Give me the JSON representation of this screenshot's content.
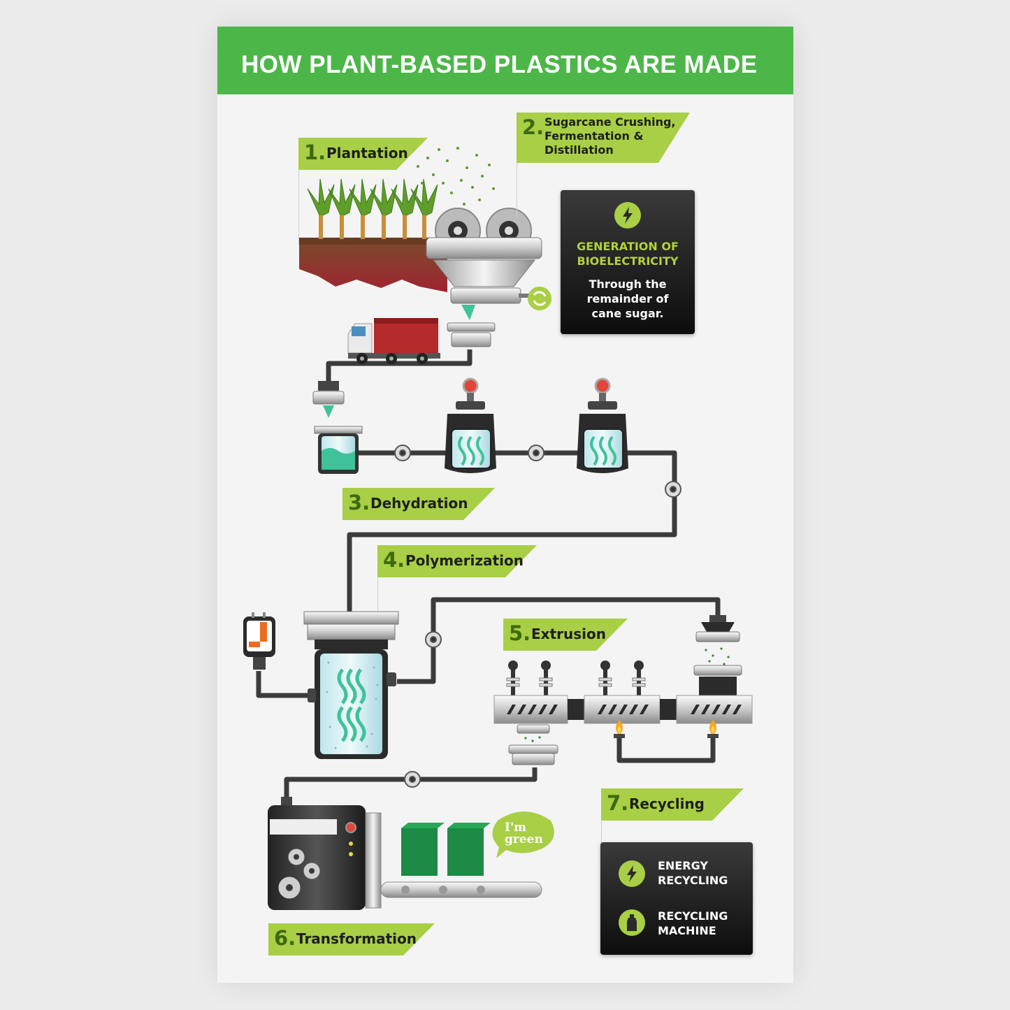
{
  "title": "HOW PLANT-BASED PLASTICS ARE MADE",
  "steps": [
    {
      "number": "1.",
      "label": "Plantation"
    },
    {
      "number": "2.",
      "label": "Sugarcane Crushing,\nFermentation &\nDistillation"
    },
    {
      "number": "3.",
      "label": "Dehydration"
    },
    {
      "number": "4.",
      "label": "Polymerization"
    },
    {
      "number": "5.",
      "label": "Extrusion"
    },
    {
      "number": "6.",
      "label": "Transformation"
    },
    {
      "number": "7.",
      "label": "Recycling"
    }
  ],
  "bioelectricity": {
    "heading": "GENERATION OF\nBIOELECTRICITY",
    "text": "Through the\nremainder of\ncane sugar."
  },
  "recycling": {
    "energy": "ENERGY\nRECYCLING",
    "machine": "RECYCLING\nMACHINE"
  },
  "bubble_text": "I'm\ngreen",
  "colors": {
    "header_green": "#4cb748",
    "label_green": "#a8cf45",
    "text_lime": "#b2d33b",
    "pipe_gray": "#3b3b3b",
    "liquid_teal": "#3fc29a",
    "truck_red": "#b52a2a"
  }
}
